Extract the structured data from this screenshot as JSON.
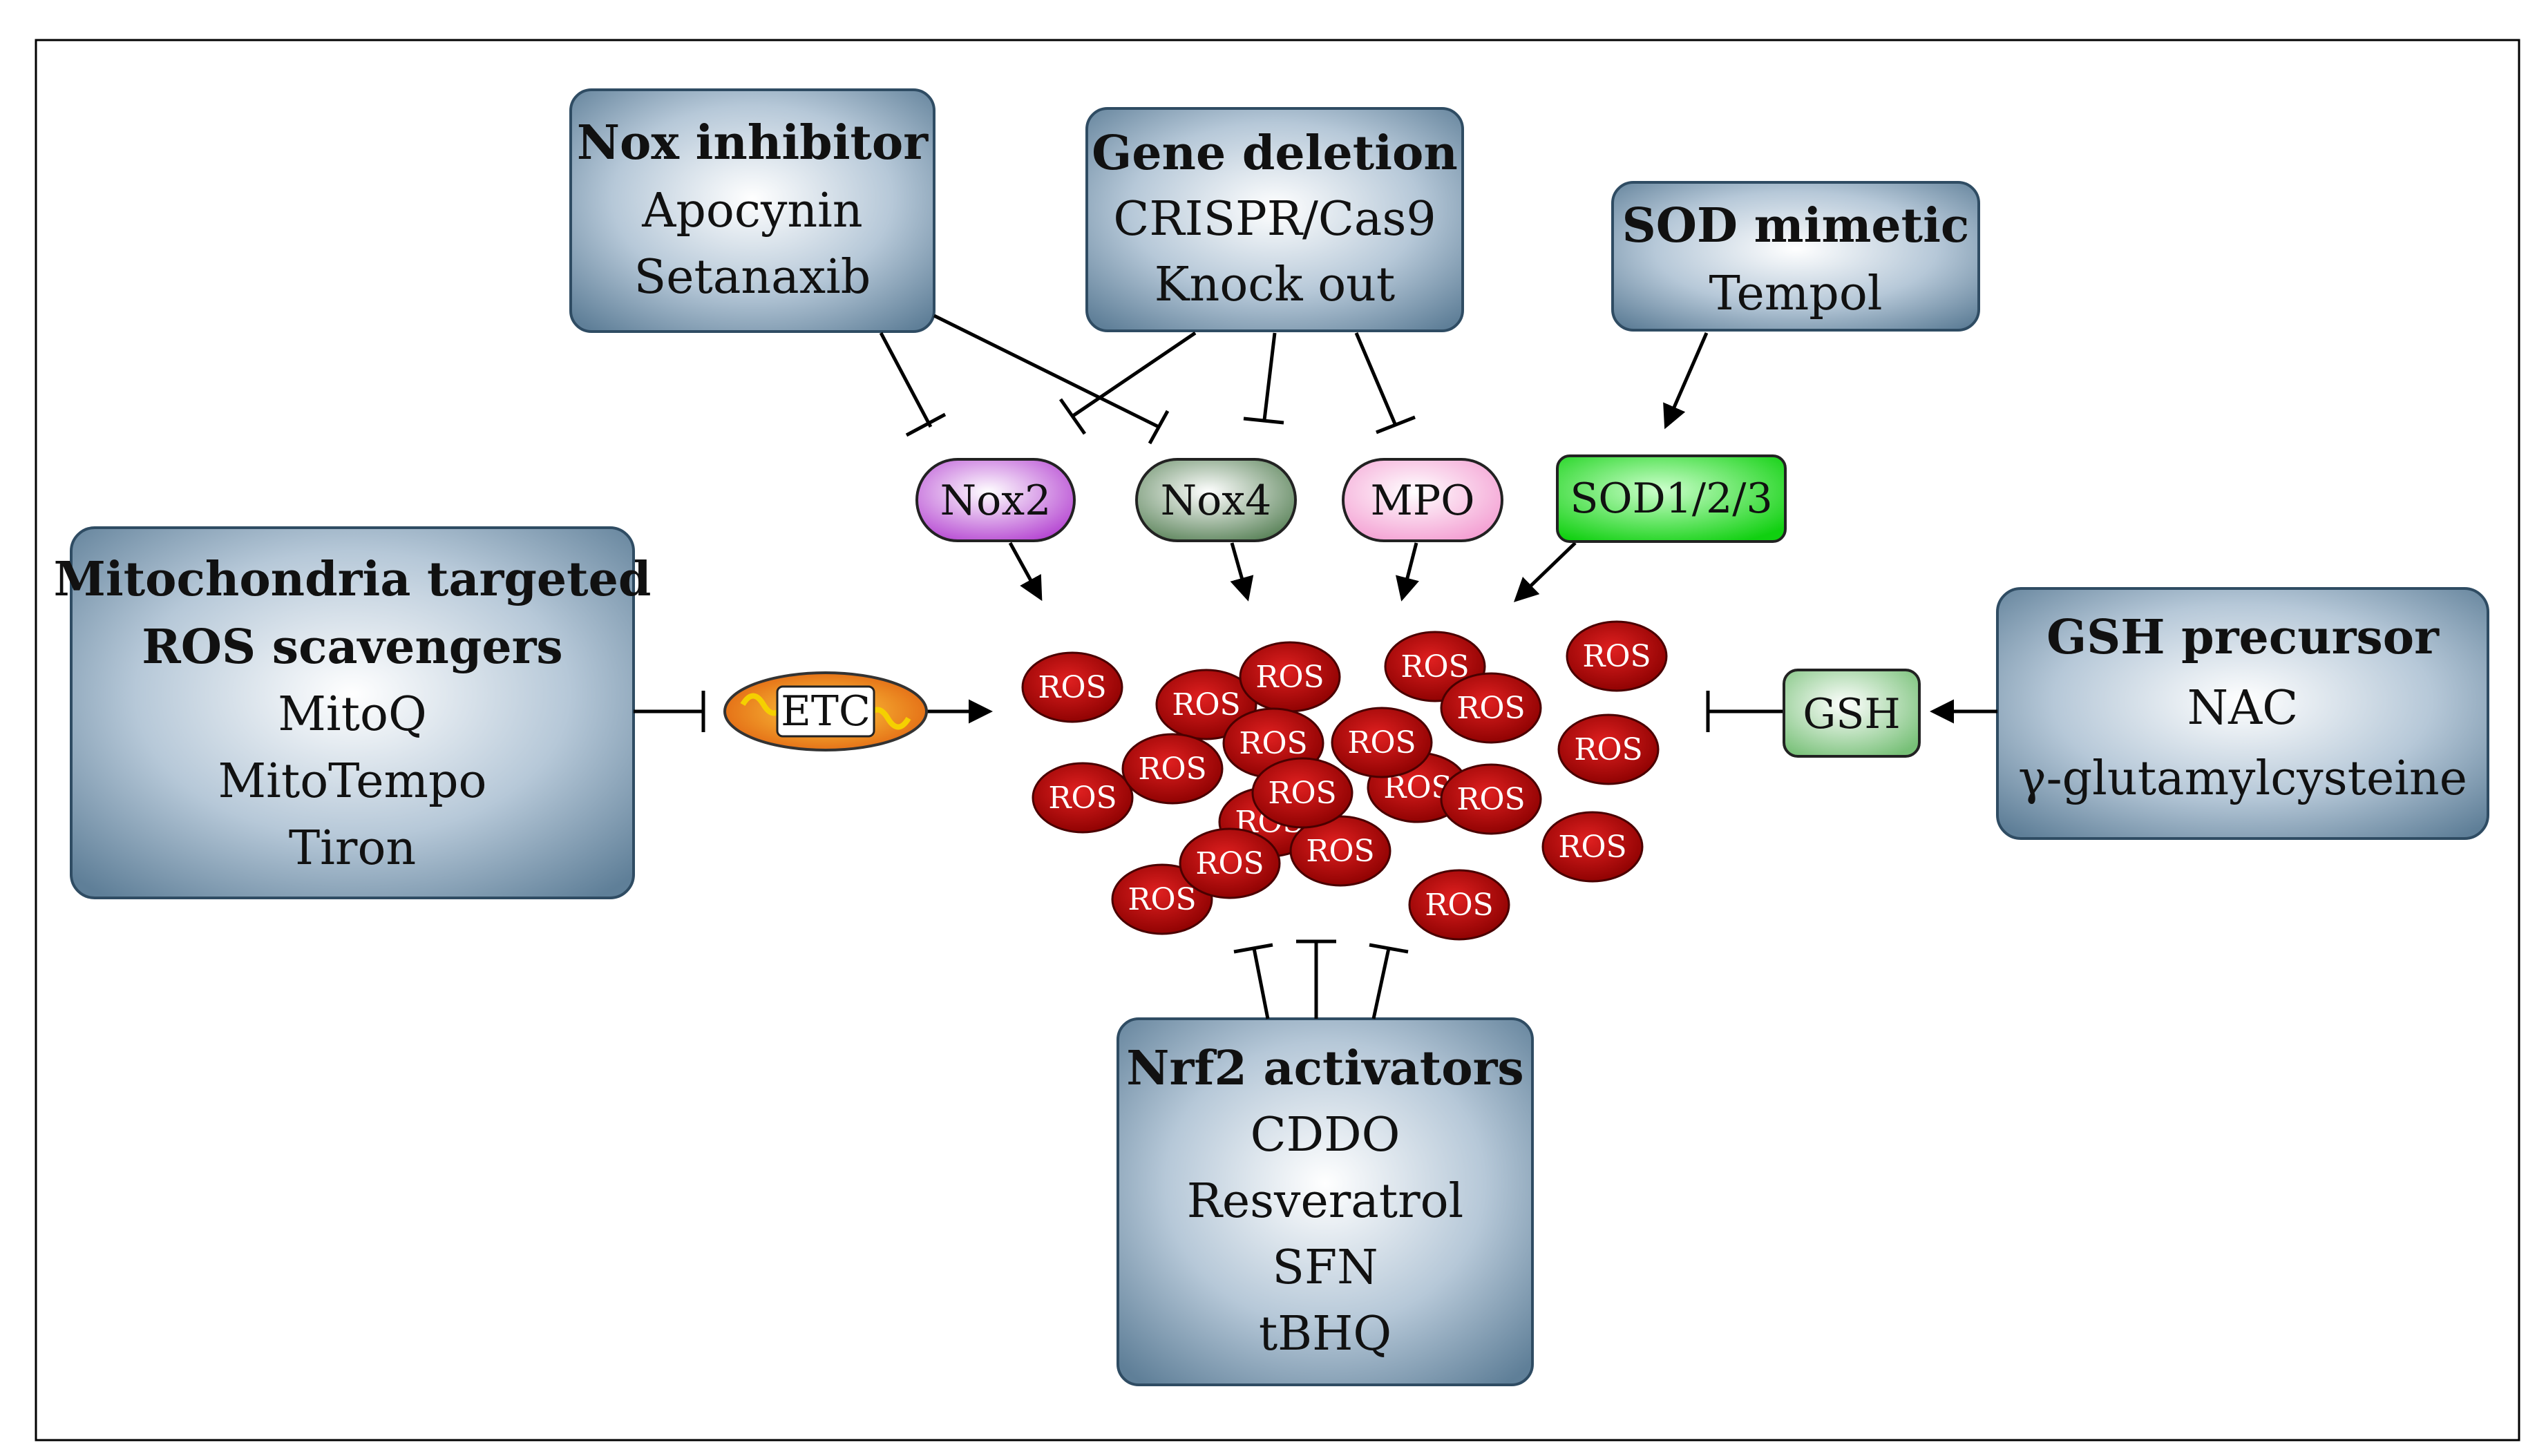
{
  "boxes": {
    "nox_inhibitor": {
      "title": "Nox inhibitor",
      "lines": [
        "Apocynin",
        "Setanaxib"
      ]
    },
    "gene_deletion": {
      "title": "Gene deletion",
      "lines": [
        "CRISPR/Cas9",
        "Knock out"
      ]
    },
    "sod_mimetic": {
      "title": "SOD mimetic",
      "lines": [
        "Tempol"
      ]
    },
    "mito_scavengers": {
      "title_lines": [
        "Mitochondria targeted",
        "ROS scavengers"
      ],
      "lines": [
        "MitoQ",
        "MitoTempo",
        "Tiron"
      ]
    },
    "gsh_precursor": {
      "title": "GSH precursor",
      "lines": [
        "NAC",
        "γ-glutamylcysteine"
      ]
    },
    "nrf2_activators": {
      "title": "Nrf2 activators",
      "lines": [
        "CDDO",
        "Resveratrol",
        "SFN",
        "tBHQ"
      ]
    }
  },
  "nodes": {
    "nox2": {
      "label": "Nox2",
      "color": "#c45ad8"
    },
    "nox4": {
      "label": "Nox4",
      "color": "#6f9a6e"
    },
    "mpo": {
      "label": "MPO",
      "color": "#f7b6dc"
    },
    "sod": {
      "label": "SOD1/2/3",
      "color": "#22dd22"
    },
    "etc": {
      "label": "ETC",
      "color": "#f08a24"
    },
    "gsh": {
      "label": "GSH",
      "color": "#8fd18f"
    }
  },
  "ros": {
    "label": "ROS",
    "count": 20,
    "color": "#b00000"
  },
  "colors": {
    "box_fill": "#6f8fa8",
    "box_border": "#2f4c63",
    "frame": "#000000"
  }
}
